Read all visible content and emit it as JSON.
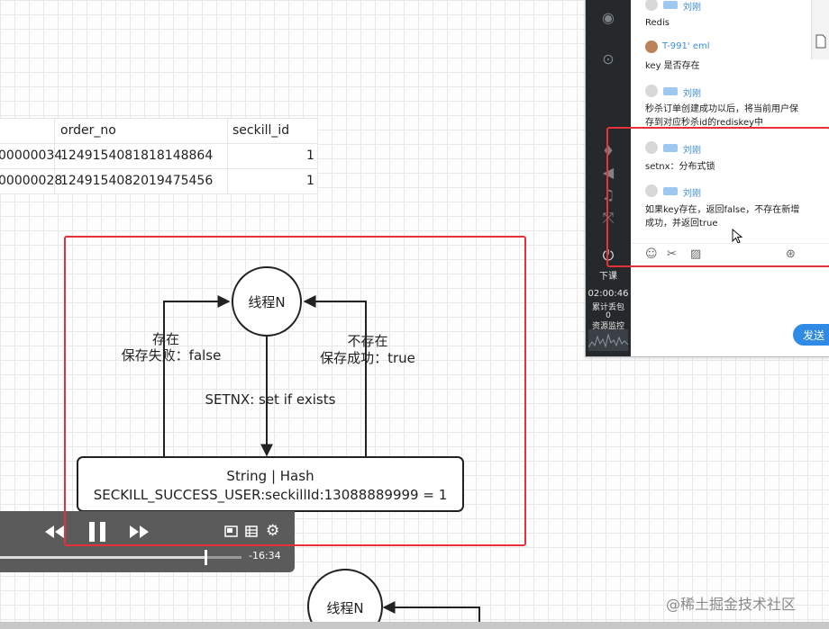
{
  "table": {
    "columns": [
      "order_no",
      "seckill_id"
    ],
    "rows": [
      {
        "id_fragment": "00000034",
        "order_no": "1249154081818148864",
        "seckill_id": "1"
      },
      {
        "id_fragment": "00000028",
        "order_no": "1249154082019475456",
        "seckill_id": "1"
      }
    ]
  },
  "diagram": {
    "thread_top": "线程N",
    "thread_bottom": "线程N",
    "left_line1": "存在",
    "left_line2": "保存失败：false",
    "right_line1": "不存在",
    "right_line2": "保存成功：true",
    "center_label": "SETNX: set if exists",
    "box_line1": "String | Hash",
    "box_line2": "SECKILL_SUCCESS_USER:seckillId:13088889999 = 1"
  },
  "video": {
    "time_remaining": "-16:34",
    "progress": 0.85
  },
  "rail": {
    "label_end": "下课",
    "elapsed": "02:00:46",
    "stat_label": "累计丢包",
    "stat_value": "0",
    "monitor_label": "资源监控"
  },
  "chat": {
    "messages": [
      {
        "user": "刘刚",
        "text": "Redis"
      },
      {
        "user": "T-991'  eml",
        "text": "key 是否存在"
      },
      {
        "user": "刘刚",
        "text": "秒杀订单创建成功以后，将当前用户保存到对应秒杀id的rediskey中"
      },
      {
        "user": "刘刚",
        "text": "setnx：分布式锁"
      },
      {
        "user": "刘刚",
        "text": "如果key存在，返回false，不存在新增成功，并返回true"
      }
    ],
    "send_label": "发送"
  },
  "watermark": "@稀土掘金技术社区",
  "colors": {
    "highlight": "#e53238",
    "accent": "#2f8ae6",
    "rail": "#25292c"
  }
}
